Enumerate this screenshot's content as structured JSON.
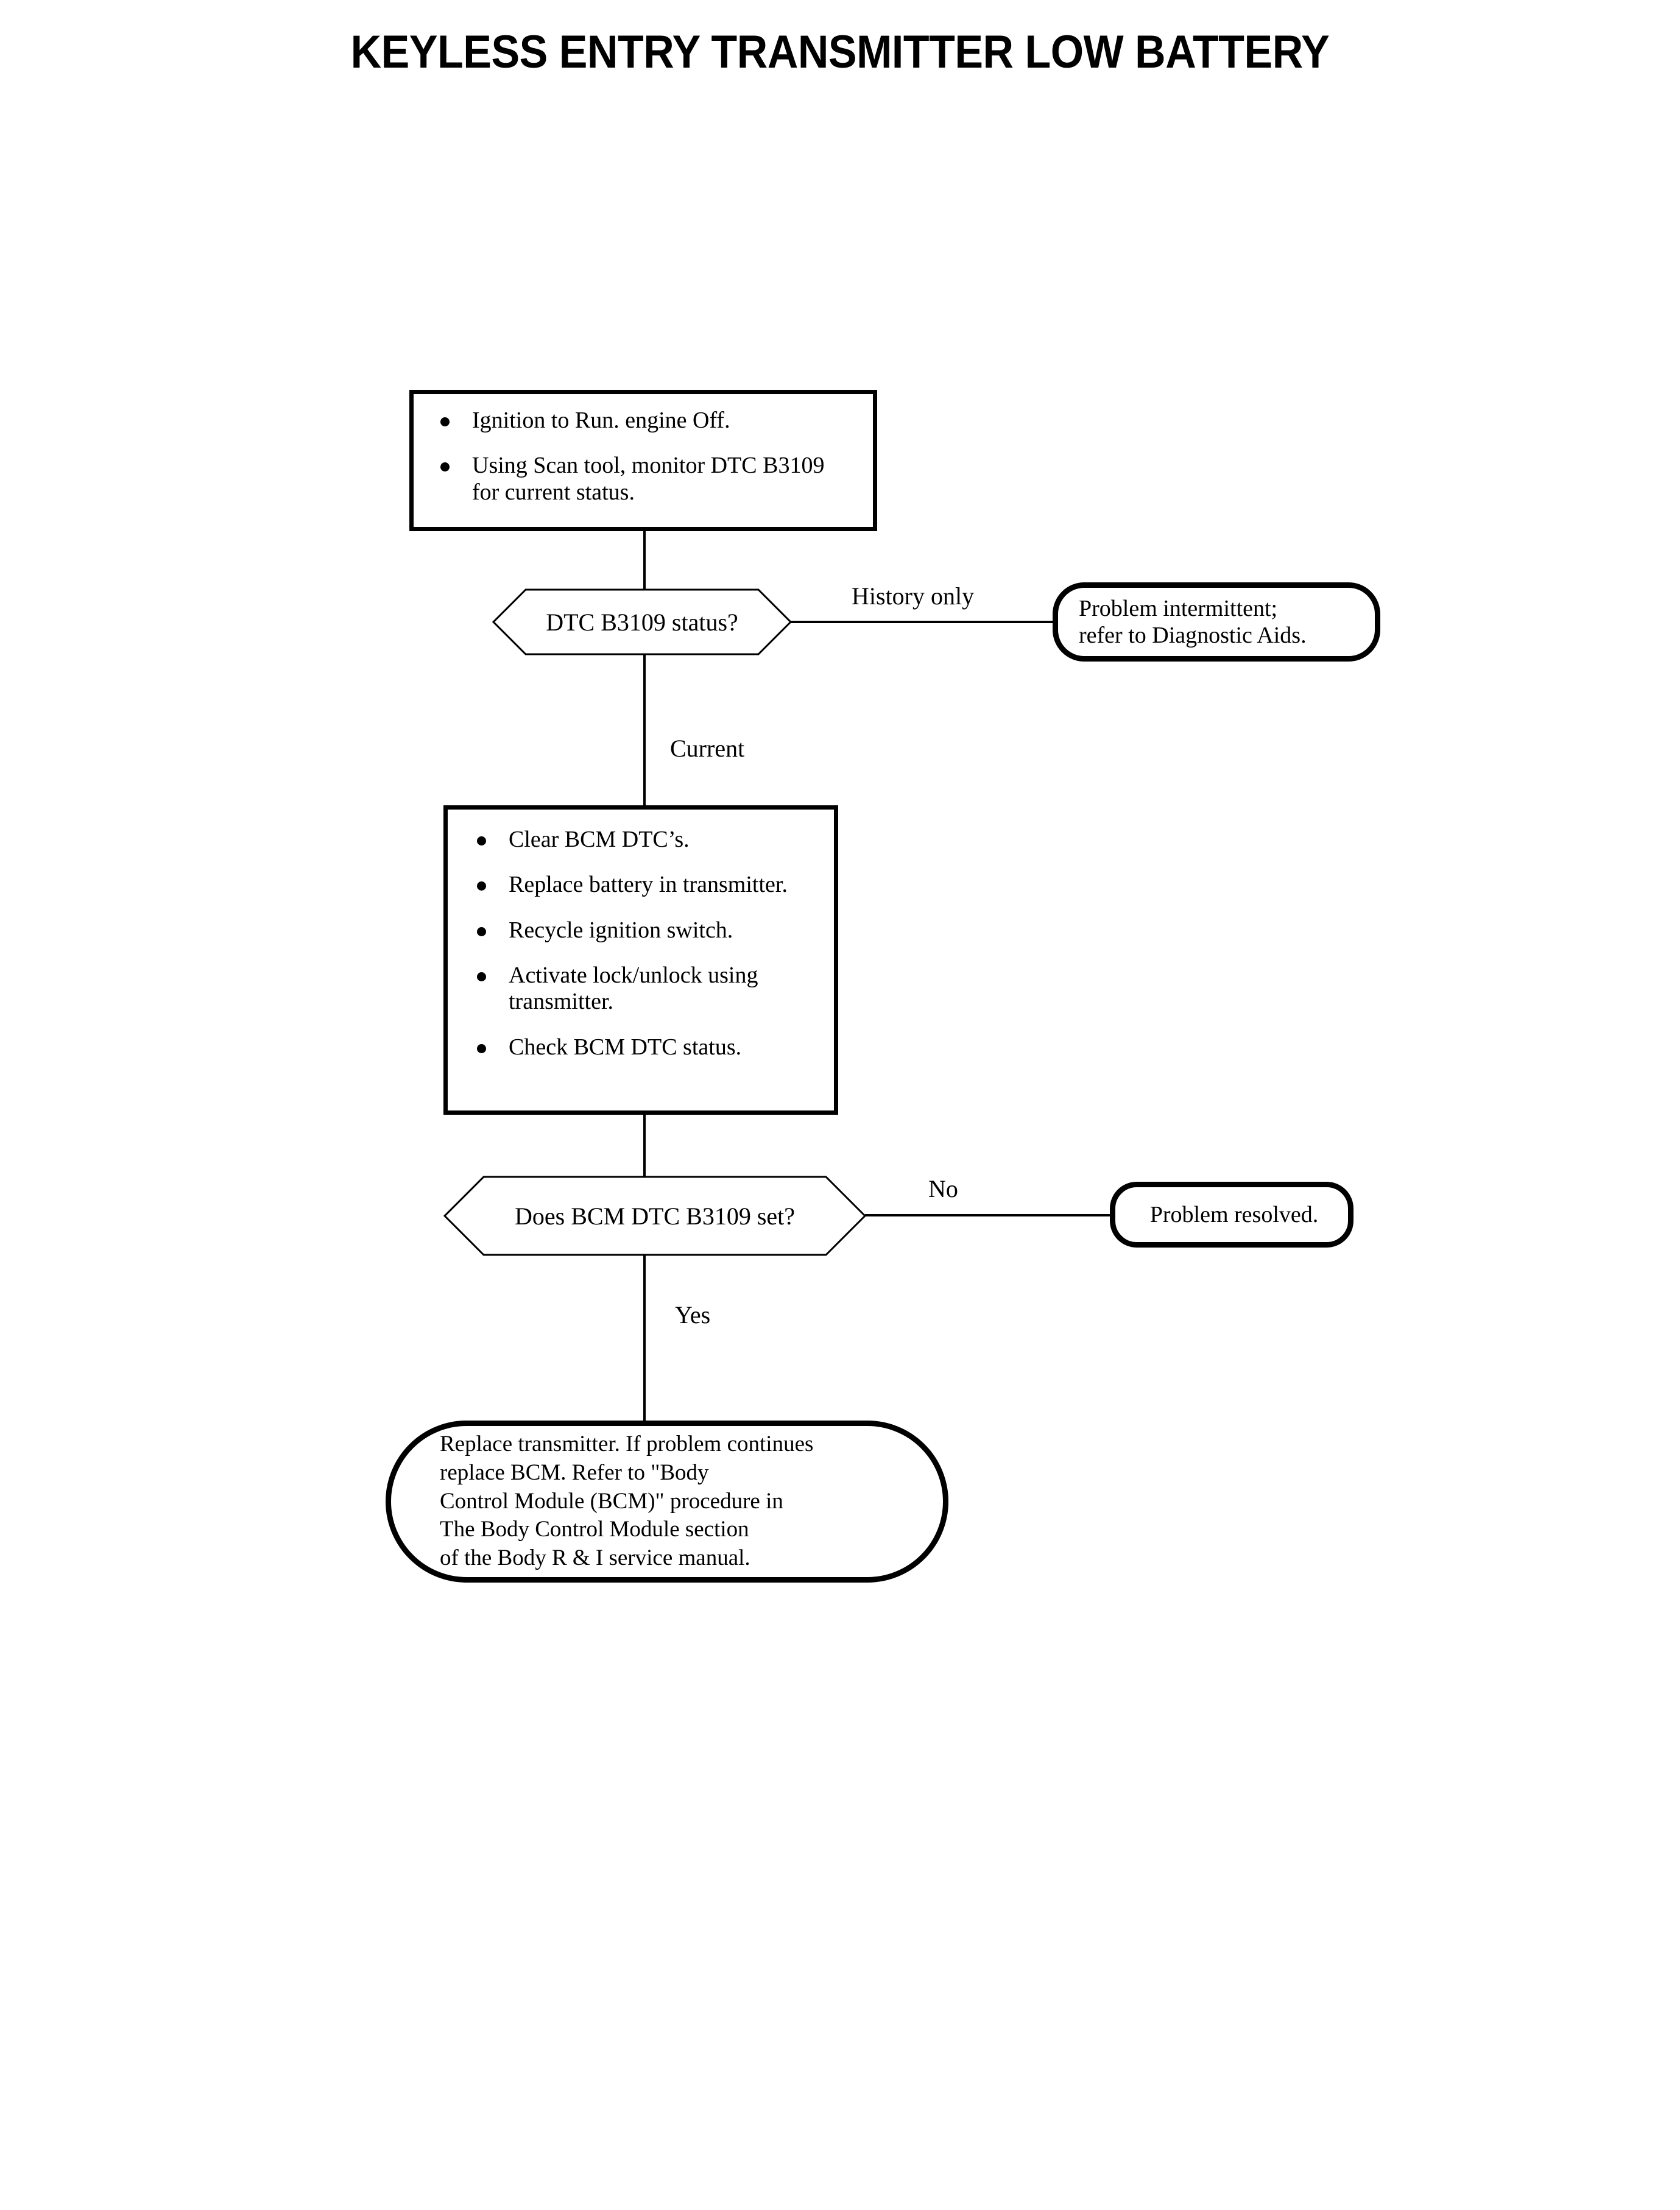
{
  "title": "KEYLESS ENTRY TRANSMITTER LOW BATTERY",
  "flowchart": {
    "type": "flowchart",
    "nodes": {
      "step1": {
        "shape": "process",
        "bullets": [
          "Ignition to Run.  engine Off.",
          "Using Scan tool, monitor DTC B3109\nfor current status."
        ]
      },
      "decision1": {
        "shape": "decision",
        "label": "DTC B3109 status?"
      },
      "terminal_intermittent": {
        "shape": "terminal",
        "text": "Problem intermittent;\nrefer to Diagnostic Aids."
      },
      "step2": {
        "shape": "process",
        "bullets": [
          "Clear BCM DTC’s.",
          "Replace battery in transmitter.",
          "Recycle ignition switch.",
          "Activate lock/unlock using\ntransmitter.",
          "Check BCM DTC status."
        ]
      },
      "decision2": {
        "shape": "decision",
        "label": "Does BCM DTC B3109 set?"
      },
      "terminal_resolved": {
        "shape": "terminal",
        "text": "Problem resolved."
      },
      "terminal_replace": {
        "shape": "terminal",
        "text": "Replace transmitter.  If problem continues\nreplace BCM.  Refer to \"Body\nControl Module (BCM)\" procedure in\nThe Body Control Module section\nof the Body R & I service manual."
      }
    },
    "edges": {
      "history_only": "History only",
      "current": "Current",
      "no": "No",
      "yes": "Yes"
    },
    "colors": {
      "stroke": "#000000",
      "background": "#ffffff"
    }
  }
}
